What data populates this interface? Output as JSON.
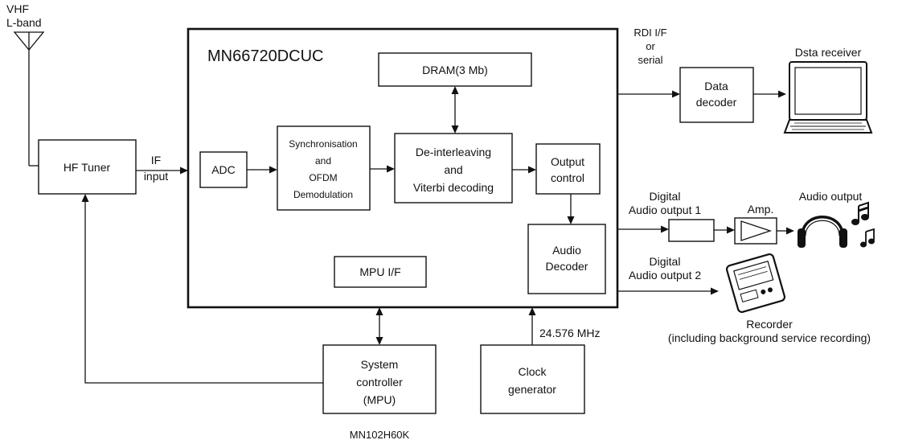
{
  "antenna": {
    "line1": "VHF",
    "line2": "L-band"
  },
  "hf_tuner": {
    "label": "HF Tuner"
  },
  "if_input": {
    "line1": "IF",
    "line2": "input"
  },
  "chip": {
    "name": "MN66720DCUC"
  },
  "adc": {
    "label": "ADC"
  },
  "sync": {
    "line1": "Synchronisation",
    "line2": "and",
    "line3": "OFDM",
    "line4": "Demodulation"
  },
  "dram": {
    "label": "DRAM(3 Mb)"
  },
  "deint": {
    "line1": "De-interleaving",
    "line2": "and",
    "line3": "Viterbi decoding"
  },
  "output_control": {
    "line1": "Output",
    "line2": "control"
  },
  "audio_decoder": {
    "line1": "Audio",
    "line2": "Decoder"
  },
  "mpu_if": {
    "label": "MPU I/F"
  },
  "rdi": {
    "line1": "RDI I/F",
    "line2": "or",
    "line3": "serial"
  },
  "data_decoder": {
    "line1": "Data",
    "line2": "decoder"
  },
  "data_receiver": {
    "label": "Dsta receiver"
  },
  "digital_out1": {
    "line1": "Digital",
    "line2": "Audio output 1"
  },
  "amp": {
    "label": "Amp."
  },
  "audio_output": {
    "label": "Audio output"
  },
  "digital_out2": {
    "line1": "Digital",
    "line2": "Audio output 2"
  },
  "recorder": {
    "line1": "Recorder",
    "line2": "(including background service recording)"
  },
  "system_controller": {
    "line1": "System",
    "line2": "controller",
    "line3": "(MPU)"
  },
  "mpu_part": {
    "label": "MN102H60K"
  },
  "clock": {
    "line1": "Clock",
    "line2": "generator"
  },
  "clock_freq": {
    "label": "24.576 MHz"
  }
}
